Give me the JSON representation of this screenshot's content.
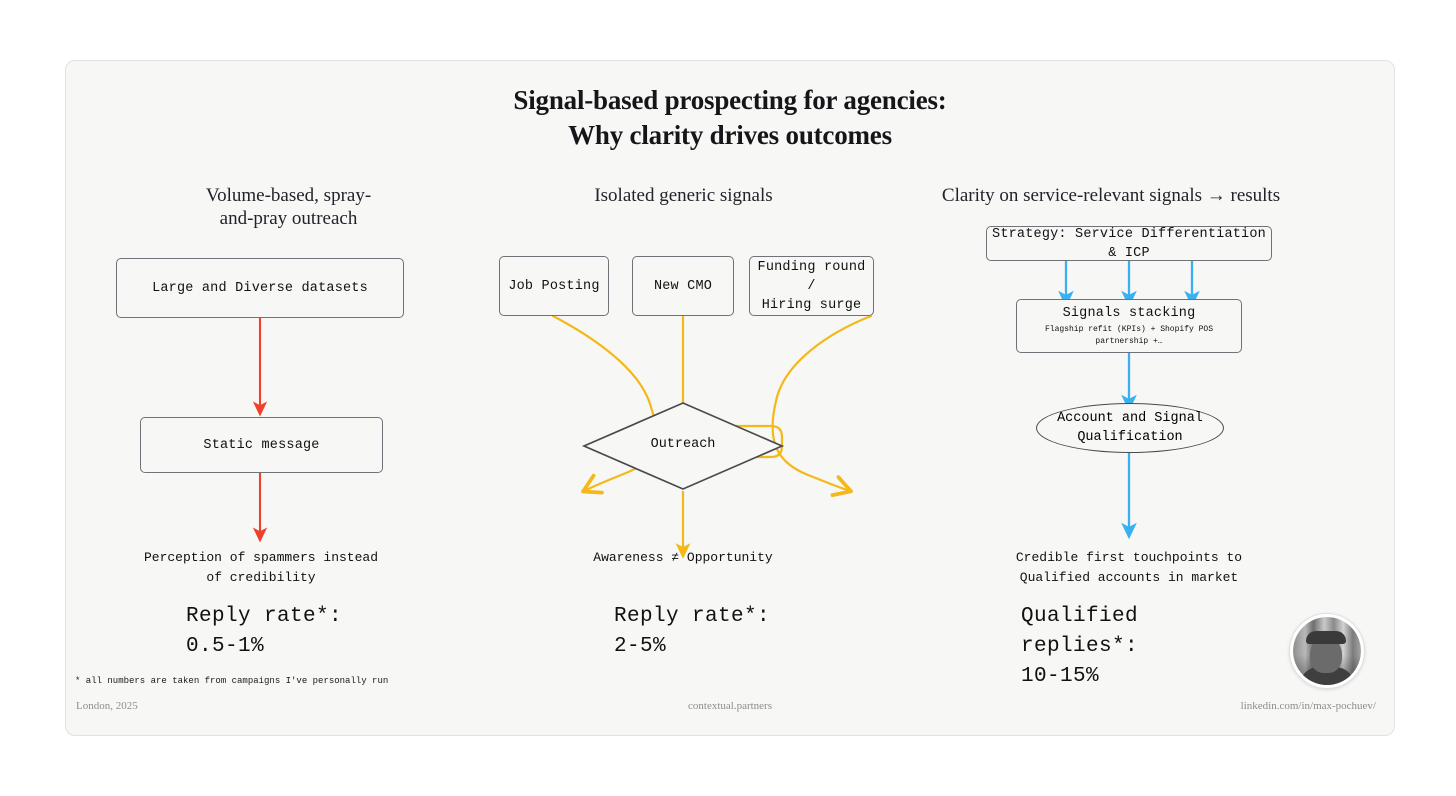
{
  "slide": {
    "title_line1": "Signal-based prospecting for agencies:",
    "title_line2": "Why clarity drives outcomes",
    "background": "#f7f7f6"
  },
  "colors": {
    "arrow_red": "#f0402a",
    "arrow_orange": "#f5b81b",
    "arrow_blue": "#3ab0f3",
    "box_border": "#6f7277",
    "shape_border": "#4a4a4a",
    "text": "#111111",
    "muted": "#8d8d8d"
  },
  "columns": [
    {
      "id": "volume",
      "heading_line1": "Volume-based, spray-",
      "heading_line2": "and-pray outreach",
      "nodes": [
        {
          "name": "dataset-box",
          "label": "Large and Diverse datasets"
        },
        {
          "name": "static-message-box",
          "label": "Static message"
        }
      ],
      "outcome_line1": "Perception of spammers instead",
      "outcome_line2": "of credibility",
      "stat_label": "Reply rate*:",
      "stat_value": "0.5-1%"
    },
    {
      "id": "isolated",
      "heading_line1": "Isolated generic signals",
      "heading_line2": "",
      "nodes": [
        {
          "name": "job-posting-box",
          "label": "Job Posting"
        },
        {
          "name": "new-cmo-box",
          "label": "New CMO"
        },
        {
          "name": "funding-round-box",
          "label_line1": "Funding round /",
          "label_line2": "Hiring surge"
        },
        {
          "name": "outreach-diamond",
          "label": "Outreach"
        }
      ],
      "outcome_line1": "Awareness ≠ Opportunity",
      "outcome_line2": "",
      "stat_label": "Reply rate*:",
      "stat_value": "2-5%"
    },
    {
      "id": "clarity",
      "heading_line1": "Clarity on service-relevant signals → results",
      "heading_line2": "",
      "nodes": [
        {
          "name": "strategy-box",
          "label": "Strategy: Service Differentiation & ICP"
        },
        {
          "name": "signals-stacking-box",
          "label": "Signals stacking",
          "sublabel": "Flagship refit (KPIs) + Shopify POS partnership +…"
        },
        {
          "name": "qualification-ellipse",
          "label_line1": "Account and Signal",
          "label_line2": "Qualification"
        }
      ],
      "outcome_line1": "Credible first touchpoints to",
      "outcome_line2": "Qualified accounts in market",
      "stat_label_line1": "Qualified",
      "stat_label_line2": "replies*:",
      "stat_value": "10-15%"
    }
  ],
  "footnote": "* all numbers are taken from campaigns I've personally run",
  "footer": {
    "left": "London, 2025",
    "center": "contextual.partners",
    "right": "linkedin.com/in/max-pochuev/"
  },
  "avatar": {
    "alt": "profile-photo"
  }
}
